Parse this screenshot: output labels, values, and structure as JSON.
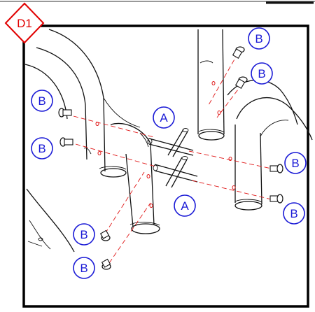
{
  "diagram": {
    "step_label": "D1",
    "step_color": "#e10000",
    "callout_color": "#1a1ad6",
    "part_a": "A",
    "part_b": "B"
  }
}
